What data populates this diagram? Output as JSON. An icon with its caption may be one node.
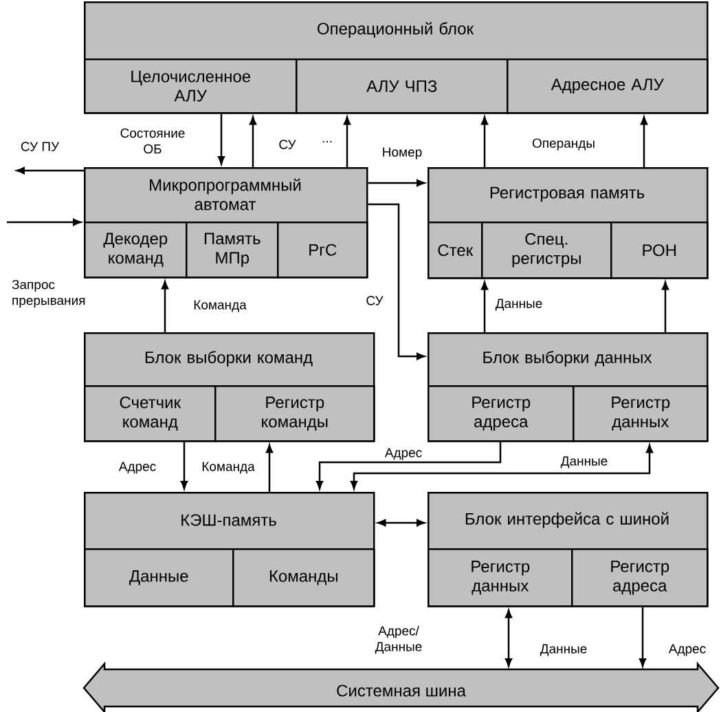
{
  "diagram": {
    "nodes": [
      {
        "text": [
          "Операционный блок"
        ]
      },
      {
        "text": [
          "Целочисленное АЛУ"
        ],
        "in": 0
      },
      {
        "text": [
          "АЛУ ЧПЗ"
        ],
        "in": 0
      },
      {
        "text": [
          "Адресное АЛУ"
        ],
        "in": 0
      },
      {
        "text": [
          "Микропрограммный автомат"
        ]
      },
      {
        "text": [
          "Декодер команд"
        ],
        "in": 4
      },
      {
        "text": [
          "Память МПр"
        ],
        "in": 4
      },
      {
        "text": [
          "РгС"
        ],
        "in": 4
      },
      {
        "text": [
          "Регистровая память"
        ]
      },
      {
        "text": [
          "Стек"
        ],
        "in": 8
      },
      {
        "text": [
          "Спец. регистры"
        ],
        "in": 8
      },
      {
        "text": [
          "РОН"
        ],
        "in": 8
      },
      {
        "text": [
          "Блок выборки команд"
        ]
      },
      {
        "text": [
          "Счетчик команд"
        ],
        "in": 12
      },
      {
        "text": [
          "Регистр команды"
        ],
        "in": 12
      },
      {
        "text": [
          "Блок выборки данных"
        ]
      },
      {
        "text": [
          "Регистр адреса"
        ],
        "in": 15
      },
      {
        "text": [
          "Регистр данных"
        ],
        "in": 15
      },
      {
        "text": [
          "КЭШ-память"
        ]
      },
      {
        "text": [
          "Данные"
        ],
        "in": 18
      },
      {
        "text": [
          "Команды"
        ],
        "in": 18
      },
      {
        "text": [
          "Блок интерфейса с шиной"
        ]
      },
      {
        "text": [
          "Регистр данных"
        ],
        "in": 21
      },
      {
        "text": [
          "Регистр адреса"
        ],
        "in": 21
      },
      {
        "text": [
          "Системная шина"
        ]
      }
    ],
    "edges": [
      {
        "from": 1,
        "to": 4,
        "arrow": "to",
        "label": "Состояние ОБ"
      },
      {
        "from": 4,
        "to": 1,
        "arrow": "to",
        "label": "СУ"
      },
      {
        "from": 4,
        "to": 2,
        "arrow": "to",
        "label": "..."
      },
      {
        "from": 4,
        "to": null,
        "arrow": "to",
        "label": "СУ ПУ"
      },
      {
        "from": null,
        "to": 4,
        "arrow": "to",
        "label": "Запрос прерывания"
      },
      {
        "from": 4,
        "to": 8,
        "arrow": "to",
        "label": "Номер"
      },
      {
        "from": 4,
        "to": 15,
        "arrow": "to",
        "label": "СУ"
      },
      {
        "from": 8,
        "to": 2,
        "arrow": "to",
        "label": "Операнды"
      },
      {
        "from": 8,
        "to": 3,
        "arrow": "to"
      },
      {
        "from": 15,
        "to": 8,
        "arrow": "to",
        "label": "Данные"
      },
      {
        "from": 15,
        "to": 8,
        "arrow": "to"
      },
      {
        "from": 12,
        "to": 5,
        "arrow": "to",
        "label": "Команда"
      },
      {
        "from": 13,
        "to": 18,
        "arrow": "to",
        "label": "Адрес"
      },
      {
        "from": 18,
        "to": 14,
        "arrow": "to",
        "label": "Команда"
      },
      {
        "from": 16,
        "to": 18,
        "arrow": "to",
        "label": "Адрес"
      },
      {
        "from": 18,
        "to": 17,
        "arrow": "both",
        "label": "Данные"
      },
      {
        "from": 18,
        "to": 21,
        "arrow": "both"
      },
      {
        "from": 22,
        "to": 24,
        "arrow": "both",
        "label": "Данные"
      },
      {
        "from": 23,
        "to": 24,
        "arrow": "to",
        "label": "Адрес"
      }
    ],
    "labels": [
      "Адрес/ Данные"
    ]
  }
}
